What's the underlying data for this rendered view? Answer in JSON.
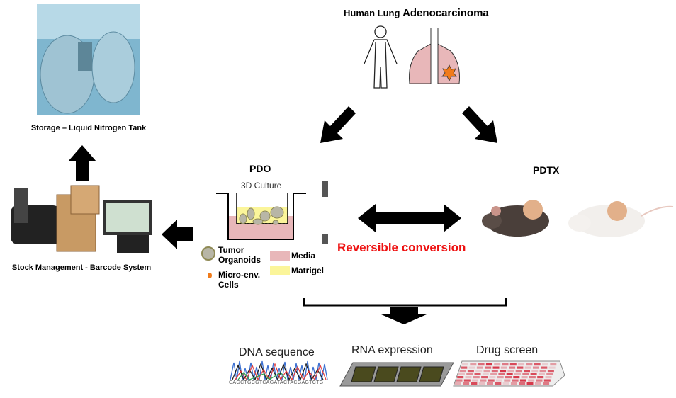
{
  "title": {
    "part1": "Human Lung",
    "part2": "Adenocarcinoma"
  },
  "storage": {
    "caption": "Storage – Liquid Nitrogen Tank"
  },
  "stock": {
    "caption": "Stock Management - Barcode System"
  },
  "pdo": {
    "label": "PDO",
    "culture": "3D Culture",
    "legend": {
      "tumor": "Tumor Organoids",
      "micro": "Micro-env. Cells",
      "media": "Media",
      "matrigel": "Matrigel"
    }
  },
  "pdtx": {
    "label": "PDTX"
  },
  "conversion": {
    "label": "Reversible conversion"
  },
  "outputs": [
    {
      "label": "DNA sequence",
      "seq": "CAGCTGCGTCAGATACTACGAGTCTG"
    },
    {
      "label": "RNA expression"
    },
    {
      "label": "Drug screen"
    }
  ],
  "colors": {
    "red": "#ee1111",
    "media": "#e8b7b9",
    "matrigel": "#fbf59a",
    "tumor_star": "#f07b1a"
  }
}
